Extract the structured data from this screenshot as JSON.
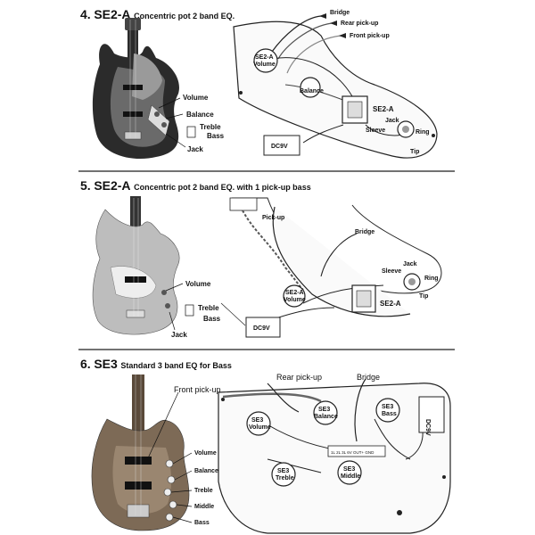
{
  "sections": [
    {
      "number": "4.",
      "model": "SE2-A",
      "subtitle": "Concentric pot 2 band EQ.",
      "guitar_labels": {
        "volume": "Volume",
        "balance": "Balance",
        "treble": "Treble",
        "bass": "Bass",
        "jack": "Jack"
      },
      "wiring_labels": {
        "bridge": "Bridge",
        "rear": "Rear pick-up",
        "front": "Front pick-up",
        "pot": "SE2-A",
        "pot_sub": "Volume",
        "balance": "Balance",
        "preamp": "SE2-A",
        "jack": "Jack",
        "sleeve": "Sleeve",
        "ring": "Ring",
        "tip": "Tip",
        "battery": "DC9V"
      }
    },
    {
      "number": "5.",
      "model": "SE2-A",
      "subtitle": "Concentric pot 2 band EQ. with 1 pick-up bass",
      "guitar_labels": {
        "volume": "Volume",
        "treble": "Treble",
        "bass": "Bass",
        "jack": "Jack"
      },
      "wiring_labels": {
        "pickup": "Pick-up",
        "bridge": "Bridge",
        "pot": "SE2-A",
        "pot_sub": "Volume",
        "preamp": "SE2-A",
        "jack": "Jack",
        "sleeve": "Sleeve",
        "ring": "Ring",
        "tip": "Tip",
        "battery": "DC9V"
      }
    },
    {
      "number": "6.",
      "model": "SE3",
      "subtitle": "Standard 3 band EQ for Bass",
      "guitar_labels": {
        "front": "Front pick-up",
        "volume": "Volume",
        "balance": "Balance",
        "treble": "Treble",
        "middle": "Middle",
        "bass": "Bass"
      },
      "wiring_labels": {
        "rear": "Rear pick-up",
        "bridge": "Bridge",
        "se3a": "SE3",
        "volume": "Volume",
        "se3b": "SE3",
        "balance": "Balance",
        "se3c": "SE3",
        "bass": "Bass",
        "se3d": "SE3",
        "treble": "Treble",
        "se3e": "SE3",
        "middle": "Middle",
        "battery": "DC9V",
        "board": "1L 2L 3L 6V OUT+ GND"
      }
    }
  ]
}
